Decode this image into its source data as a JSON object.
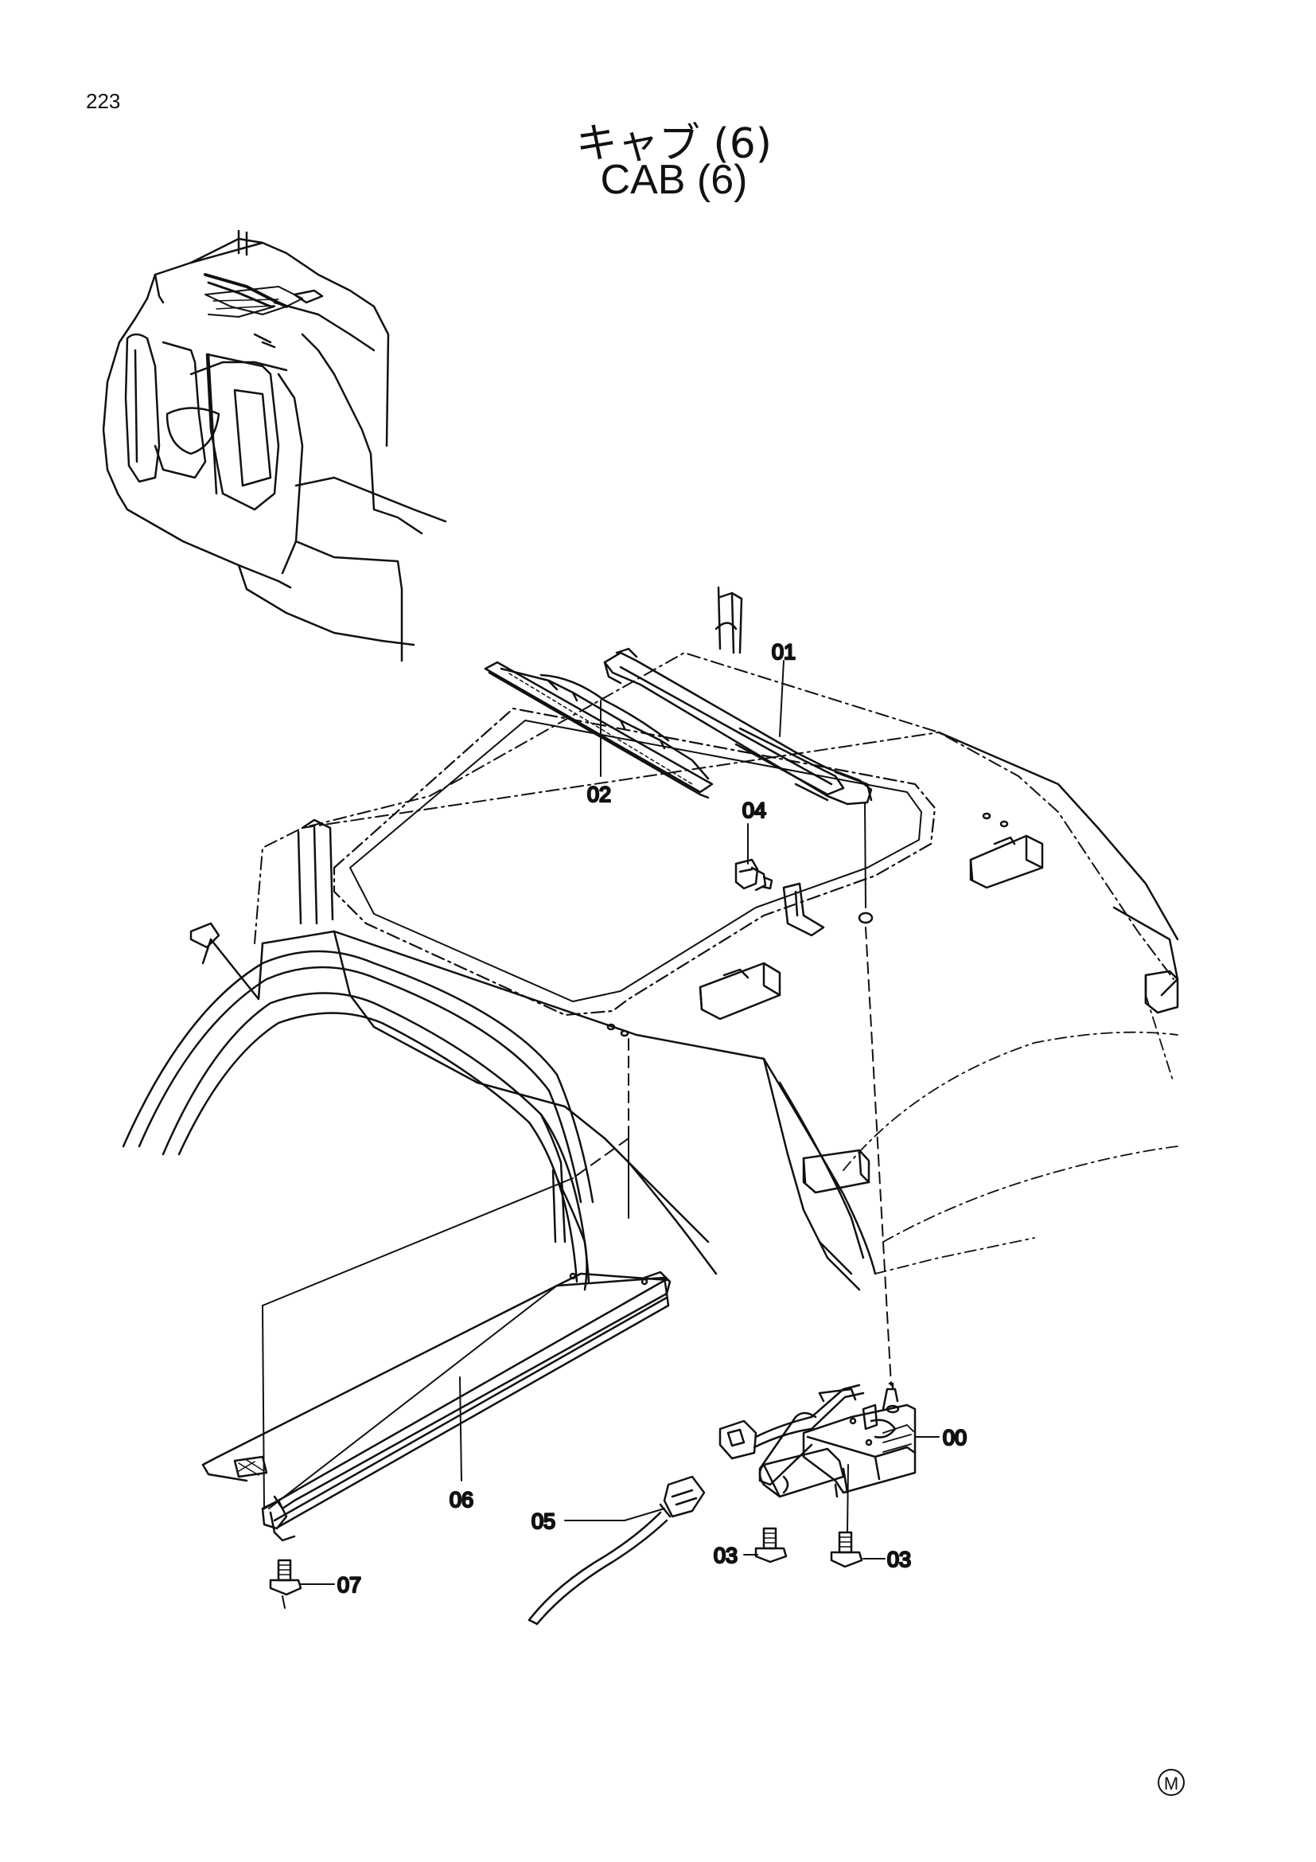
{
  "page_number": "223",
  "title_jp": "キャブ (6)",
  "title_en": "CAB (6)",
  "callouts": [
    "01",
    "02",
    "04",
    "00",
    "06",
    "05",
    "03",
    "03",
    "07"
  ],
  "corner_mark": "M"
}
